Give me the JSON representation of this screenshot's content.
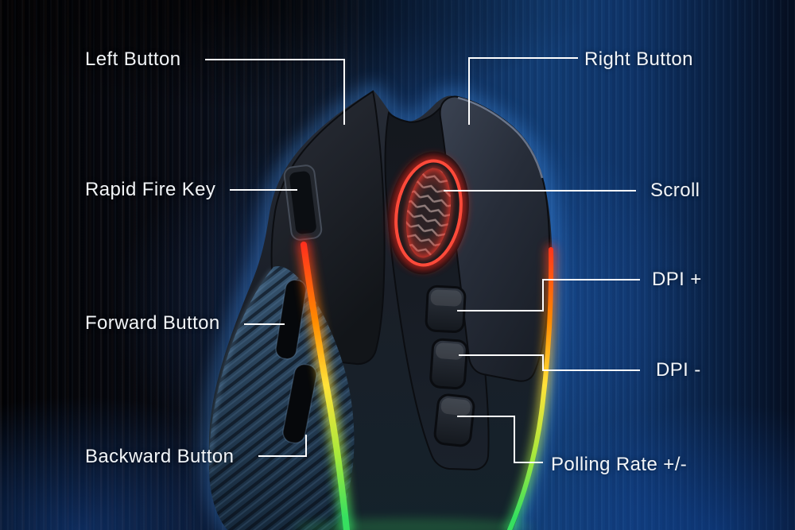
{
  "title": "Gaming mouse feature callout diagram",
  "labels": {
    "left_button": "Left Button",
    "right_button": "Right Button",
    "rapid_fire_key": "Rapid Fire Key",
    "scroll": "Scroll",
    "dpi_plus": "DPI +",
    "dpi_minus": "DPI -",
    "forward_button": "Forward Button",
    "backward_button": "Backward Button",
    "polling_rate": "Polling Rate +/-"
  },
  "colors": {
    "callout_line": "#ffffff",
    "label_text": "#f2f5f8",
    "background_blue": "#123d74",
    "background_black": "#010204",
    "ambient_glow_blue": "#4aa0ff",
    "wheel_glow_red": "#ff3a2c",
    "rgb_strip_red": "#ff2a1f",
    "rgb_strip_orange": "#ff8a00",
    "rgb_strip_yellow": "#ffe23a",
    "rgb_strip_green": "#35e060",
    "mouse_body": "#1c212a"
  }
}
